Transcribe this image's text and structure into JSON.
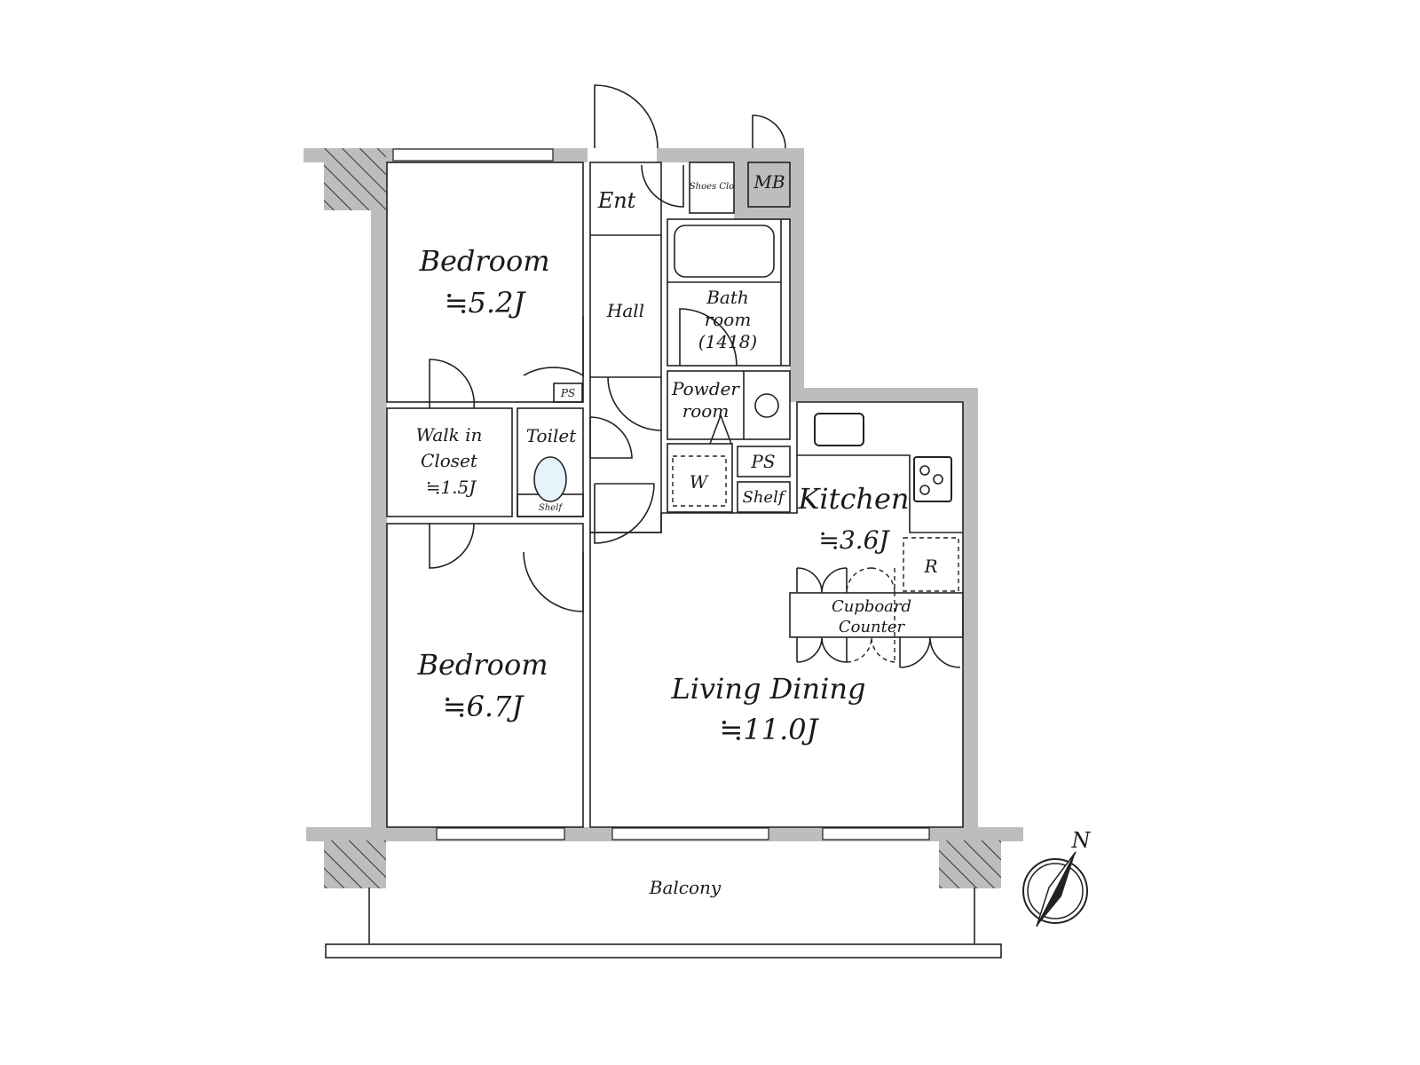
{
  "colors": {
    "wall": "#bdbdbd",
    "bedroom": "#fdfcee",
    "living": "#fdf1df",
    "wet": "#e6f3fb",
    "storage": "#d9d2b5"
  },
  "rooms": {
    "bedroom1": {
      "name": "Bedroom",
      "area": "≒5.2J"
    },
    "bedroom2": {
      "name": "Bedroom",
      "area": "≒6.7J"
    },
    "wic": {
      "name1": "Walk in",
      "name2": "Closet",
      "area": "≒1.5J"
    },
    "toilet": {
      "name": "Toilet",
      "shelf": "Shelf"
    },
    "ent": {
      "name": "Ent"
    },
    "shoes": {
      "name": "Shoes Clo"
    },
    "mb": {
      "name": "MB"
    },
    "hall": {
      "name": "Hall"
    },
    "bath": {
      "name1": "Bath",
      "name2": "room",
      "size": "(1418)"
    },
    "powder": {
      "name1": "Powder",
      "name2": "room"
    },
    "w": {
      "name": "W"
    },
    "ps1": {
      "name": "PS"
    },
    "ps2": {
      "name": "PS"
    },
    "shelf": {
      "name": "Shelf"
    },
    "kitchen": {
      "name": "Kitchen",
      "area": "≒3.6J"
    },
    "fridge": {
      "name": "R"
    },
    "cupboard": {
      "name1": "Cupboard",
      "name2": "Counter"
    },
    "living": {
      "name": "Living Dining",
      "area": "≒11.0J"
    },
    "balcony": {
      "name": "Balcony"
    }
  },
  "compass": {
    "label": "N",
    "icon": "north-arrow-icon"
  }
}
